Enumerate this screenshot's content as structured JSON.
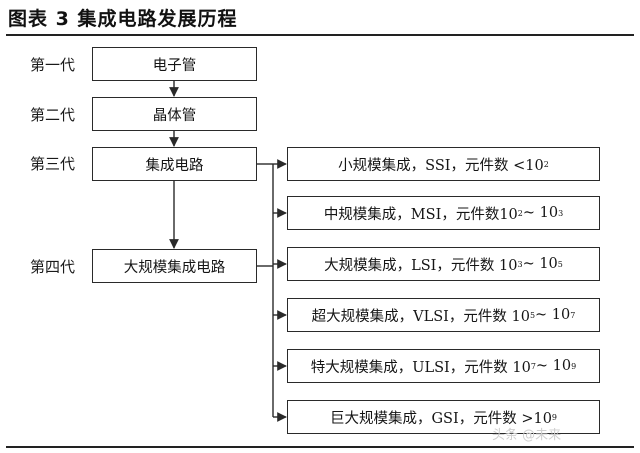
{
  "title": "图表 3   集成电路发展历程",
  "generations": [
    {
      "label": "第一代",
      "box": "电子管"
    },
    {
      "label": "第二代",
      "box": "晶体管"
    },
    {
      "label": "第三代",
      "box": "集成电路"
    },
    {
      "label": "第四代",
      "box": "大规模集成电路"
    }
  ],
  "scales": [
    {
      "text": "小规模集成，SSI，元件数 <10",
      "exp1": "2",
      "mid": "",
      "exp2": ""
    },
    {
      "text": "中规模集成，MSI，元件数10",
      "exp1": "2",
      "mid": "~ 10",
      "exp2": "3"
    },
    {
      "text": "大规模集成，LSI，元件数 10",
      "exp1": "3",
      "mid": "~ 10",
      "exp2": "5"
    },
    {
      "text": "超大规模集成，VLSI，元件数 10",
      "exp1": "5",
      "mid": "~ 10",
      "exp2": "7"
    },
    {
      "text": "特大规模集成，ULSI，元件数 10",
      "exp1": "7",
      "mid": "~ 10",
      "exp2": "9"
    },
    {
      "text": "巨大规模集成，GSI，元件数 >10",
      "exp1": "9",
      "mid": "",
      "exp2": ""
    }
  ],
  "watermark": "头条 @未来"
}
